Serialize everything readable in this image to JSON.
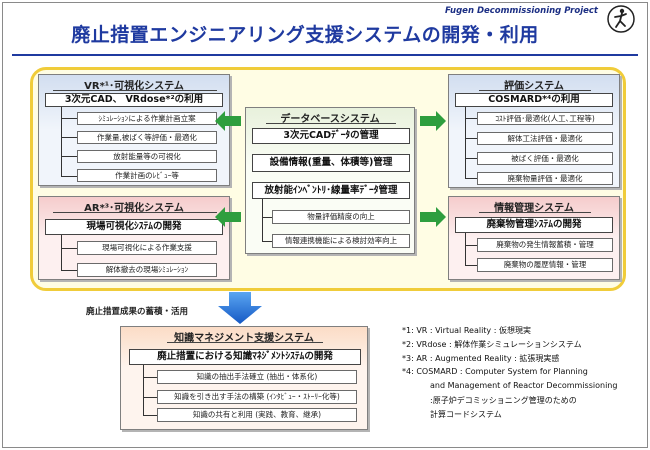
{
  "header": {
    "project": "Fugen Decommissioning Project",
    "title": "廃止措置エンジニアリング支援システムの開発・利用"
  },
  "vr": {
    "title": "VR*¹･可視化システム",
    "heading": "3次元CAD、 VRdose*²の利用",
    "items": [
      "ｼﾐｭﾚｰｼｮﾝによる作業計画立案",
      "作業量,被ばく等評価・最適化",
      "放射能量等の可視化",
      "作業計画のﾚﾋﾞｭｰ等"
    ]
  },
  "ar": {
    "title": "AR*³･可視化システム",
    "heading": "現場可視化ｼｽﾃﾑの開発",
    "items": [
      "現場可視化による作業支援",
      "解体撤去の現場ｼﾐｭﾚｰｼｮﾝ"
    ]
  },
  "db": {
    "title": "データベースシステム",
    "headings": [
      "3次元CADﾃﾞｰﾀの管理",
      "設備情報(重量、体積等)管理",
      "放射能ｲﾝﾍﾞﾝﾄﾘ･線量率ﾃﾞｰﾀ管理"
    ],
    "items": [
      "物量評価精度の向上",
      "情報連携機能による検討効率向上"
    ]
  },
  "eval": {
    "title": "評価システム",
    "heading": "COSMARD*⁴の利用",
    "items": [
      "ｺｽﾄ評価･最適化(人工､工程等)",
      "解体工法評価・最適化",
      "被ばく評価・最適化",
      "廃棄物量評価・最適化"
    ]
  },
  "info": {
    "title": "情報管理システム",
    "heading": "廃棄物管理ｼｽﾃﾑの開発",
    "items": [
      "廃棄物の発生情報蓄積・管理",
      "廃棄物の履歴情報・管理"
    ]
  },
  "flow": {
    "label": "廃止措置成果の蓄積・活用"
  },
  "km": {
    "title": "知識マネジメント支援システム",
    "heading": "廃止措置における知識ﾏﾈｼﾞﾒﾝﾄｼｽﾃﾑの開発",
    "items": [
      "知識の抽出手法確立 (抽出・体系化)",
      "知識を引き出す手法の構築 (ｲﾝﾀﾋﾞｭｰ・ｽﾄｰﾘｰ化等)",
      "知識の共有と利用 (実践、教育、継承)"
    ]
  },
  "notes": {
    "n1": "*1: VR : Virtual Reality : 仮想現実",
    "n2": "*2: VRdose : 解体作業シミュレーションシステム",
    "n3": "*3: AR : Augmented Reality : 拡張現実感",
    "n4a": "*4: COSMARD : Computer System for Planning",
    "n4b": "and Management of Reactor Decommissioning",
    "n4c": ":原子炉デコミッショニング管理のための",
    "n4d": "計算コードシステム"
  },
  "colors": {
    "title_blue": "#1f3aa0",
    "region_yellow": "#fffde4",
    "region_border": "#f0cc3a",
    "arrow_green": "#2e9e3e",
    "arrow_blue": "#1d6fd8"
  }
}
